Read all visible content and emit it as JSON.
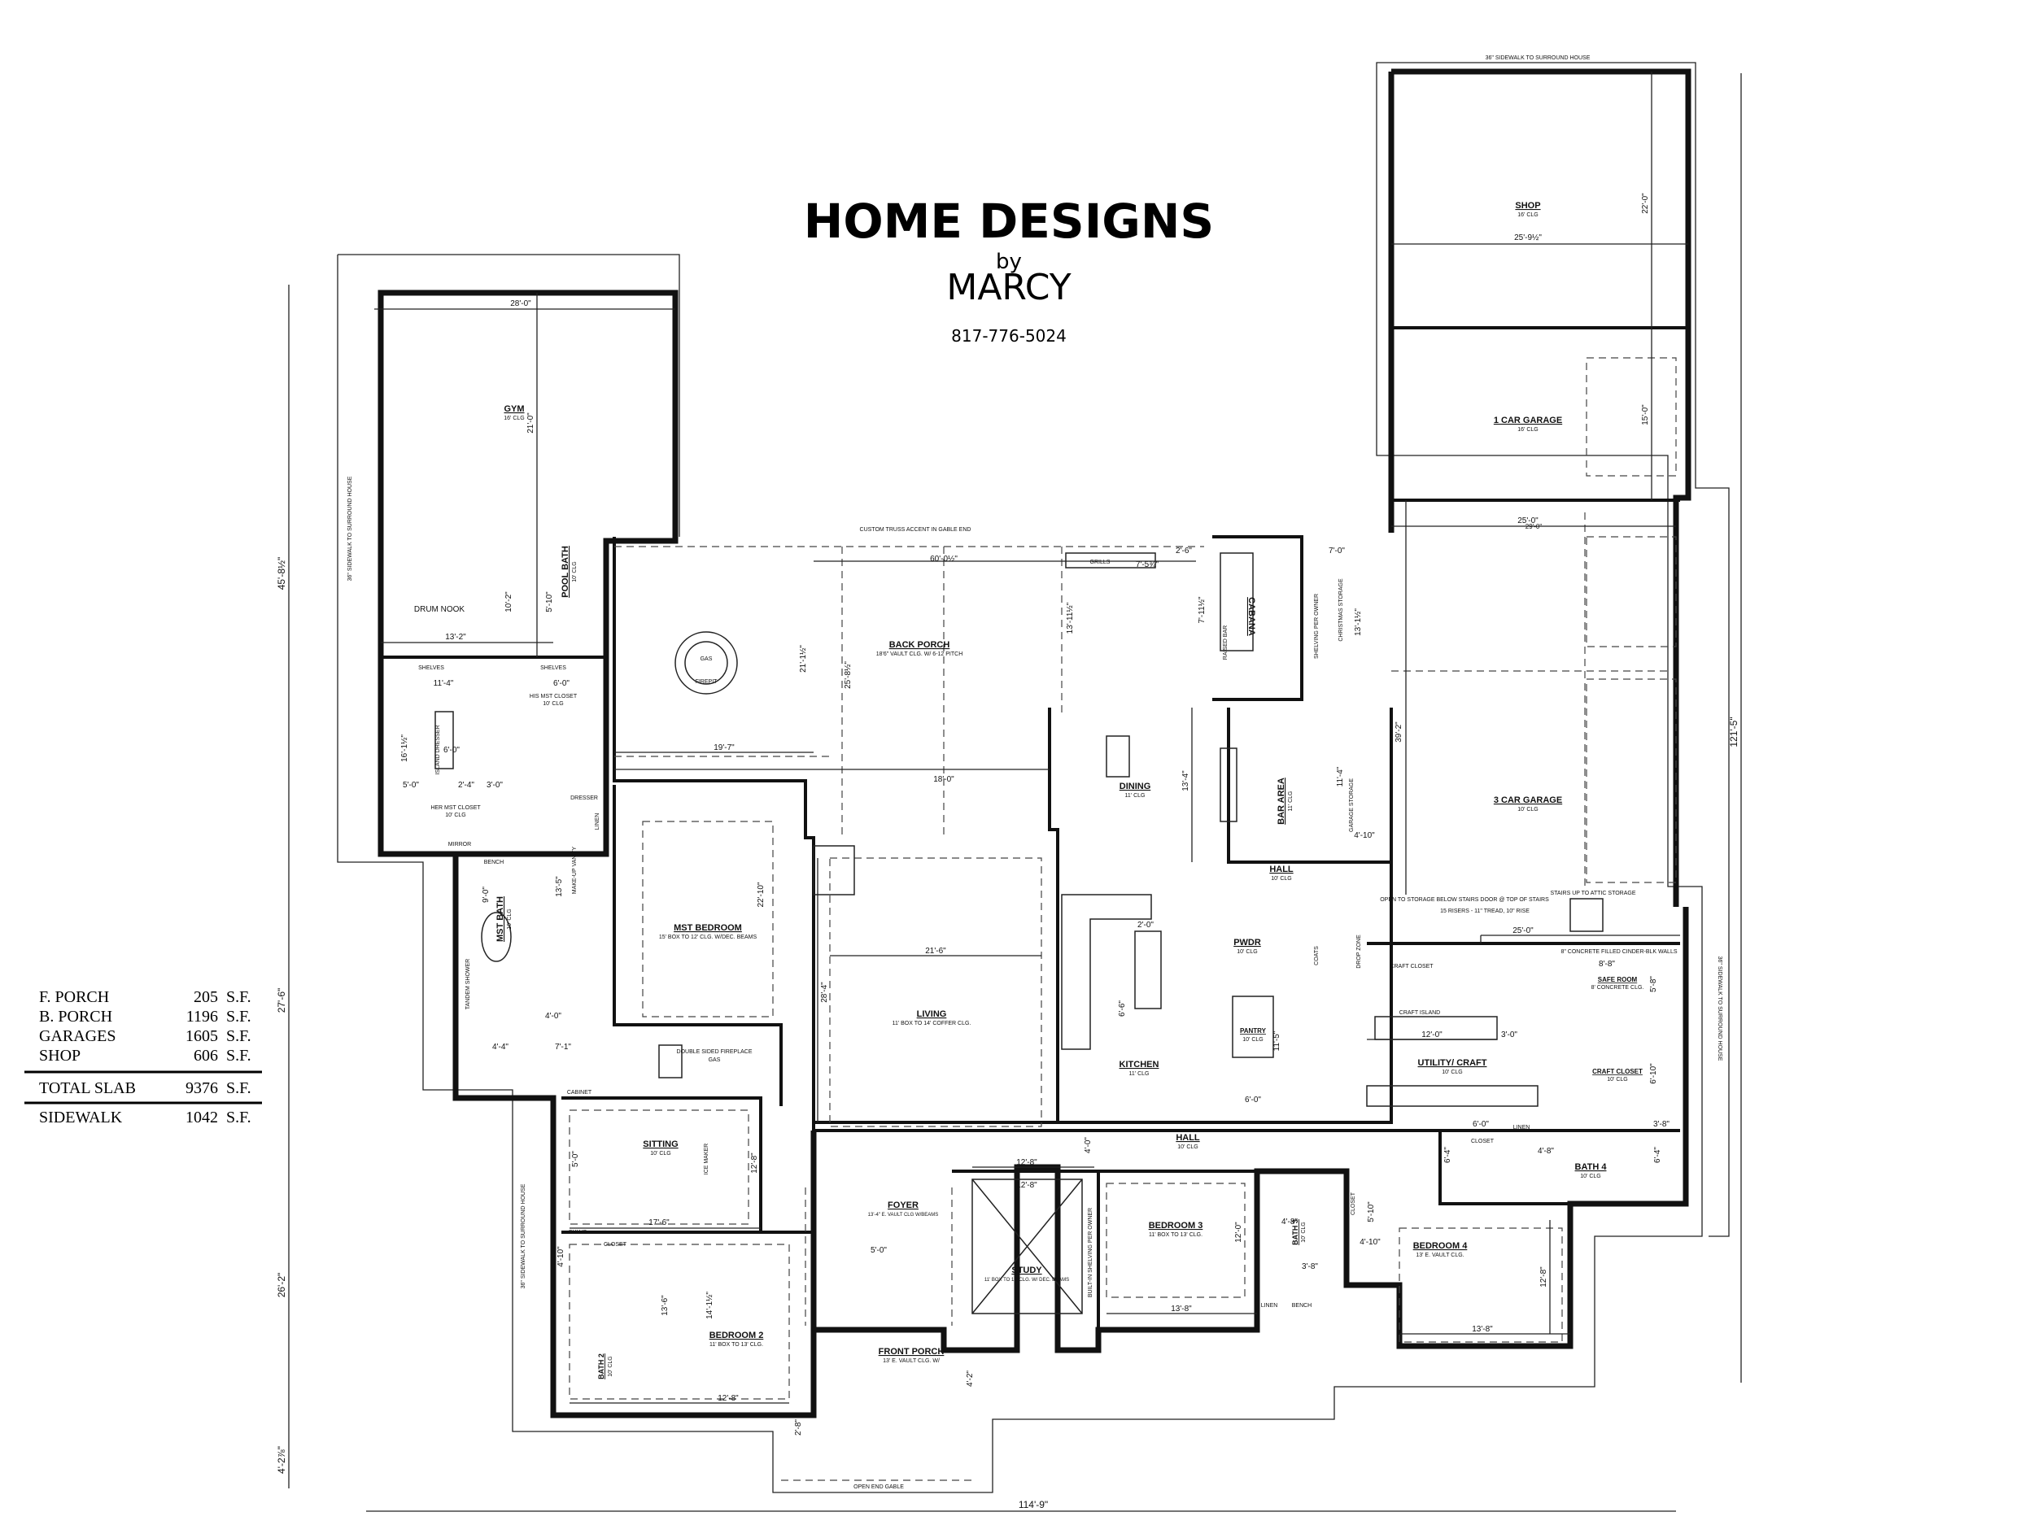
{
  "title": {
    "line1": "HOME DESIGNS",
    "line2": "by",
    "line3": "MARCY",
    "phone": "817-776-5024"
  },
  "legend": {
    "rows": [
      {
        "label": "F. PORCH",
        "value": "205",
        "unit": "S.F."
      },
      {
        "label": "B. PORCH",
        "value": "1196",
        "unit": "S.F."
      },
      {
        "label": "GARAGES",
        "value": "1605",
        "unit": "S.F."
      },
      {
        "label": "SHOP",
        "value": "606",
        "unit": "S.F."
      }
    ],
    "total": {
      "label": "TOTAL SLAB",
      "value": "9376",
      "unit": "S.F."
    },
    "sidewalk": {
      "label": "SIDEWALK",
      "value": "1042",
      "unit": "S.F."
    }
  },
  "rooms": [
    {
      "id": "shop",
      "name": "SHOP",
      "sub": "16' CLG"
    },
    {
      "id": "garage1",
      "name": "1 CAR GARAGE",
      "sub": "16' CLG"
    },
    {
      "id": "garage3",
      "name": "3 CAR GARAGE",
      "sub": "10' CLG"
    },
    {
      "id": "gym",
      "name": "GYM",
      "sub": "16' CLG"
    },
    {
      "id": "poolbath",
      "name": "POOL BATH",
      "sub": "10' CLG"
    },
    {
      "id": "backporch",
      "name": "BACK PORCH",
      "sub": "18'6\" VAULT CLG. W/ 6-12 PITCH"
    },
    {
      "id": "cabana",
      "name": "CABANA",
      "sub": ""
    },
    {
      "id": "dining",
      "name": "DINING",
      "sub": "11' CLG"
    },
    {
      "id": "bararea",
      "name": "BAR AREA",
      "sub": "11' CLG"
    },
    {
      "id": "hall1",
      "name": "HALL",
      "sub": "10' CLG"
    },
    {
      "id": "mstbed",
      "name": "MST BEDROOM",
      "sub": "15' BOX TO 12' CLG. W/DEC. BEAMS"
    },
    {
      "id": "mstbath",
      "name": "MST BATH",
      "sub": "10' CLG"
    },
    {
      "id": "living",
      "name": "LIVING",
      "sub": "11' BOX TO 14' COFFER CLG."
    },
    {
      "id": "kitchen",
      "name": "KITCHEN",
      "sub": "11' CLG"
    },
    {
      "id": "pwdr",
      "name": "PWDR",
      "sub": "10' CLG"
    },
    {
      "id": "pantry",
      "name": "PANTRY",
      "sub": "10' CLG"
    },
    {
      "id": "utility",
      "name": "UTILITY/ CRAFT",
      "sub": "10' CLG"
    },
    {
      "id": "saferoom",
      "name": "SAFE ROOM",
      "sub": "8' CONCRETE CLG."
    },
    {
      "id": "craftcloset",
      "name": "CRAFT CLOSET",
      "sub": "10' CLG"
    },
    {
      "id": "sitting",
      "name": "SITTING",
      "sub": "10' CLG"
    },
    {
      "id": "hall2",
      "name": "HALL",
      "sub": "10' CLG"
    },
    {
      "id": "foyer",
      "name": "FOYER",
      "sub": "13'-4\" E. VAULT CLG W/BEAMS"
    },
    {
      "id": "study",
      "name": "STUDY",
      "sub": "11' BOX TO 13' CLG. W/ DEC. BEAMS"
    },
    {
      "id": "bed3",
      "name": "BEDROOM 3",
      "sub": "11' BOX TO 13' CLG."
    },
    {
      "id": "bath3",
      "name": "BATH 3",
      "sub": "10' CLG"
    },
    {
      "id": "bed4",
      "name": "BEDROOM 4",
      "sub": "13' E. VAULT CLG."
    },
    {
      "id": "bath4",
      "name": "BATH 4",
      "sub": "10' CLG"
    },
    {
      "id": "bed2",
      "name": "BEDROOM 2",
      "sub": "11' BOX TO 13' CLG."
    },
    {
      "id": "bath2",
      "name": "BATH 2",
      "sub": "10' CLG"
    },
    {
      "id": "frontporch",
      "name": "FRONT PORCH",
      "sub": "13' E. VAULT CLG. W/"
    }
  ],
  "labels": {
    "drum_nook": "DRUM NOOK",
    "island_dresser": "ISLAND DRESSER",
    "her_mst_closet": "HER MST CLOSET",
    "his_mst_closet": "HIS MST CLOSET",
    "her_sub": "10' CLG",
    "his_sub": "10' CLG",
    "shelves1": "SHELVES",
    "shelves2": "SHELVES",
    "dresser": "DRESSER",
    "linen": "LINEN",
    "makeup": "MAKE-UP VANITY",
    "mirror": "MIRROR",
    "bench": "BENCH",
    "closet_bed2": "CLOSET",
    "shlvs_bed2": "SHLVS",
    "closet_bed3": "CLOSET",
    "linen_bed3": "LINEN",
    "bench_bed3": "BENCH",
    "closet_bed4": "CLOSET",
    "linen_bed4": "LINEN",
    "cabinet": "CABINET",
    "double_fireplace": "DOUBLE SIDED FIREPLACE",
    "fireplace_gas": "GAS",
    "firepit": "FIREPIT",
    "firepit_gas": "GAS",
    "grills": "GRILLS",
    "raised_bar": "RAISED BAR",
    "craft_island": "CRAFT ISLAND",
    "craft_closet_small": "CRAFT CLOSET",
    "custom_truss": "CUSTOM TRUSS ACCENT IN GABLE END",
    "sidewalk_top": "36\" SIDEWALK TO SURROUND HOUSE",
    "sidewalk_left": "36\" SIDEWALK TO SURROUND HOUSE",
    "sidewalk_right": "36\" SIDEWALK TO SURROUND HOUSE",
    "sidewalk_bl": "36\" SIDEWALK TO SURROUND HOUSE",
    "open_gable": "OPEN END GABLE",
    "open_storage": "OPEN TO STORAGE BELOW STAIRS DOOR @ TOP OF STAIRS",
    "risers": "15 RISERS - 11\" TREAD, 10\" RISE",
    "stairs_up": "STAIRS UP TO ATTIC STORAGE",
    "christmas": "CHRISTMAS STORAGE",
    "shelving_owner": "SHELVING PER OWNER",
    "garage_storage": "GARAGE STORAGE",
    "concrete_walls": "8\" CONCRETE FILLED CINDER-BLK WALLS",
    "coats": "COATS",
    "built_in": "BUILT-IN SHELVING PER OWNER",
    "ice_maker": "ICE MAKER",
    "tandem": "TANDEM SHOWER",
    "drop_zone": "DROP ZONE"
  },
  "dims": {
    "shop_w": "25'-9½\"",
    "shop_h": "22'-0\"",
    "garage1_h": "15'-0\"",
    "garage3_w": "25'-0\"",
    "garage3_h": "39'-2\"",
    "gym_w": "28'-0\"",
    "gym_h": "21'-0\"",
    "drum_w": "13'-2\"",
    "poolbath_h": "10'-2\"",
    "poolbath_w": "5'-10\"",
    "herclo_w": "11'-4\"",
    "hisclo_w": "6'-0\"",
    "herclo_h": "16'-1½\"",
    "dresser_w": "5'-0\"",
    "her_b": "3'-0\"",
    "her_c": "2'-4\"",
    "her_d": "6'-0\"",
    "bp_w": "60'-0½\"",
    "bp_w2": "19'-7\"",
    "bp_w3": "18'-0\"",
    "bp_h": "21'-1½\"",
    "bp_h2": "25'-8½\"",
    "cab_a": "7'-5¾\"",
    "cab_b": "2'-6\"",
    "cab_c": "13'-11½\"",
    "cab_d": "7'-11½\"",
    "cab_e": "7'-0\"",
    "cab_f": "13'-1½\"",
    "dining_h": "13'-4\"",
    "bar_h": "11'-4\"",
    "bar_w": "4'-10\"",
    "mstbed_h": "22'-10\"",
    "mstbath_h": "13'-5\"",
    "mst_d": "9'-0\"",
    "mst_e": "4'-4\"",
    "mst_f": "4'-0\"",
    "mst_g": "7'-1\"",
    "living_w": "21'-6\"",
    "living_h": "28'-4\"",
    "kitchen_w": "2'-0\"",
    "kitchen_h": "6'-6\"",
    "pantry_h": "11'-5\"",
    "pantry_w": "6'-0\"",
    "util_w": "12'-0\"",
    "util_h": "3'-0\"",
    "stair_w": "25'-0\"",
    "saferoom_w": "8'-8\"",
    "saferoom_h": "5'-8\"",
    "craftclo_h": "6'-10\"",
    "sitting_w": "17'-6\"",
    "sitting_h": "12'-8\"",
    "sitting_b": "5'-0\"",
    "hall_a": "4'-0\"",
    "foyer_w": "12'-8\"",
    "foyer_b": "5'-0\"",
    "study_w": "12'-8\"",
    "bed3_w": "13'-8\"",
    "bed3_h": "12'-0\"",
    "bath3_a": "4'-8\"",
    "bath3_b": "5'-10\"",
    "bath3_c": "4'-10\"",
    "bed4_w": "13'-8\"",
    "bed4_h": "12'-8\"",
    "bath4_a": "3'-8\"",
    "bath4_b": "6'-4\"",
    "bath4_c": "4'-8\"",
    "bed4_c": "6'-0\"",
    "bed4_d": "6'-4\"",
    "bed2_w": "12'-8\"",
    "bed2_h": "14'-1½\"",
    "bed2_b": "13'-6\"",
    "bath2_a": "4'-10\"",
    "fp_a": "4'-2\"",
    "fp_b": "2'-8\"",
    "total_w": "114'-9\"",
    "total_h": "121'-5\"",
    "left_a": "45'-8½\"",
    "left_b": "27'-6\"",
    "left_c": "26'-2\"",
    "left_d": "4'-2⅞\"",
    "top_w": "29'-0\""
  }
}
